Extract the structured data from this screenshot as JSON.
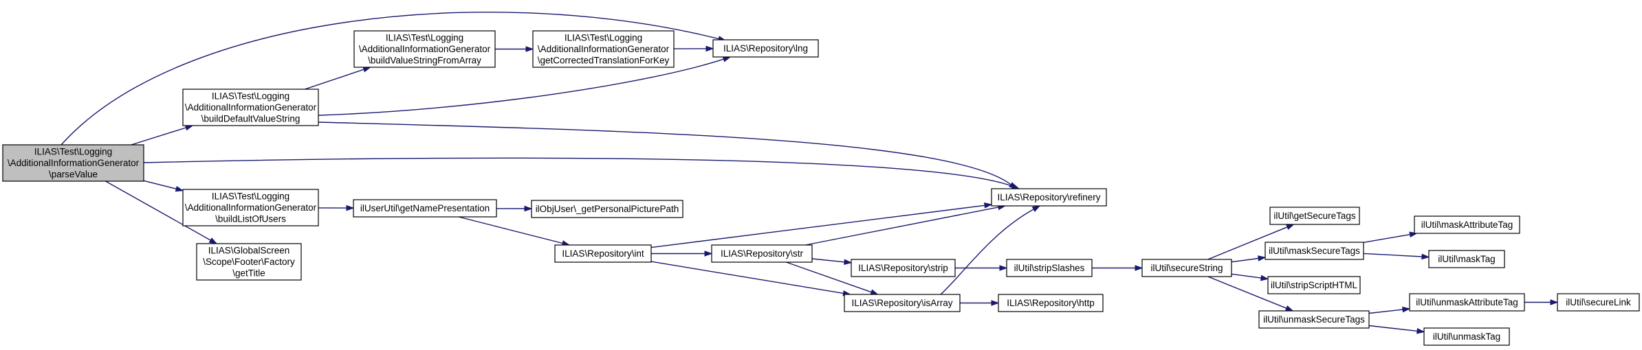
{
  "nodes": [
    {
      "id": "parseValue",
      "lines": [
        "ILIAS\\Test\\Logging",
        "\\AdditionalInformationGenerator",
        "\\parseValue"
      ],
      "root": true
    },
    {
      "id": "buildDefaultValueString",
      "lines": [
        "ILIAS\\Test\\Logging",
        "\\AdditionalInformationGenerator",
        "\\buildDefaultValueString"
      ]
    },
    {
      "id": "buildListOfUsers",
      "lines": [
        "ILIAS\\Test\\Logging",
        "\\AdditionalInformationGenerator",
        "\\buildListOfUsers"
      ]
    },
    {
      "id": "getTitle",
      "lines": [
        "ILIAS\\GlobalScreen",
        "\\Scope\\Footer\\Factory",
        "\\getTitle"
      ]
    },
    {
      "id": "buildValueStringFromArray",
      "lines": [
        "ILIAS\\Test\\Logging",
        "\\AdditionalInformationGenerator",
        "\\buildValueStringFromArray"
      ]
    },
    {
      "id": "getCorrectedTranslationForKey",
      "lines": [
        "ILIAS\\Test\\Logging",
        "\\AdditionalInformationGenerator",
        "\\getCorrectedTranslationForKey"
      ]
    },
    {
      "id": "lng",
      "lines": [
        "ILIAS\\Repository\\lng"
      ]
    },
    {
      "id": "refinery",
      "lines": [
        "ILIAS\\Repository\\refinery"
      ]
    },
    {
      "id": "getNamePresentation",
      "lines": [
        "ilUserUtil\\getNamePresentation"
      ]
    },
    {
      "id": "getPersonalPicturePath",
      "lines": [
        "ilObjUser\\_getPersonalPicturePath"
      ]
    },
    {
      "id": "int",
      "lines": [
        "ILIAS\\Repository\\int"
      ]
    },
    {
      "id": "str",
      "lines": [
        "ILIAS\\Repository\\str"
      ]
    },
    {
      "id": "strip",
      "lines": [
        "ILIAS\\Repository\\strip"
      ]
    },
    {
      "id": "isArray",
      "lines": [
        "ILIAS\\Repository\\isArray"
      ]
    },
    {
      "id": "http",
      "lines": [
        "ILIAS\\Repository\\http"
      ]
    },
    {
      "id": "stripSlashes",
      "lines": [
        "ilUtil\\stripSlashes"
      ]
    },
    {
      "id": "secureString",
      "lines": [
        "ilUtil\\secureString"
      ]
    },
    {
      "id": "getSecureTags",
      "lines": [
        "ilUtil\\getSecureTags"
      ]
    },
    {
      "id": "maskSecureTags",
      "lines": [
        "ilUtil\\maskSecureTags"
      ]
    },
    {
      "id": "stripScriptHTML",
      "lines": [
        "ilUtil\\stripScriptHTML"
      ]
    },
    {
      "id": "unmaskSecureTags",
      "lines": [
        "ilUtil\\unmaskSecureTags"
      ]
    },
    {
      "id": "maskAttributeTag",
      "lines": [
        "ilUtil\\maskAttributeTag"
      ]
    },
    {
      "id": "maskTag",
      "lines": [
        "ilUtil\\maskTag"
      ]
    },
    {
      "id": "unmaskAttributeTag",
      "lines": [
        "ilUtil\\unmaskAttributeTag"
      ]
    },
    {
      "id": "unmaskTag",
      "lines": [
        "ilUtil\\unmaskTag"
      ]
    },
    {
      "id": "secureLink",
      "lines": [
        "ilUtil\\secureLink"
      ]
    }
  ],
  "edges": [
    {
      "from": "parseValue",
      "to": "buildDefaultValueString"
    },
    {
      "from": "parseValue",
      "to": "lng"
    },
    {
      "from": "parseValue",
      "to": "refinery"
    },
    {
      "from": "parseValue",
      "to": "buildListOfUsers"
    },
    {
      "from": "parseValue",
      "to": "getTitle"
    },
    {
      "from": "buildDefaultValueString",
      "to": "buildValueStringFromArray"
    },
    {
      "from": "buildDefaultValueString",
      "to": "lng"
    },
    {
      "from": "buildDefaultValueString",
      "to": "refinery"
    },
    {
      "from": "buildValueStringFromArray",
      "to": "getCorrectedTranslationForKey"
    },
    {
      "from": "getCorrectedTranslationForKey",
      "to": "lng"
    },
    {
      "from": "buildListOfUsers",
      "to": "getNamePresentation"
    },
    {
      "from": "getNamePresentation",
      "to": "getPersonalPicturePath"
    },
    {
      "from": "getNamePresentation",
      "to": "int"
    },
    {
      "from": "int",
      "to": "refinery"
    },
    {
      "from": "int",
      "to": "str"
    },
    {
      "from": "int",
      "to": "isArray"
    },
    {
      "from": "str",
      "to": "refinery"
    },
    {
      "from": "str",
      "to": "strip"
    },
    {
      "from": "str",
      "to": "isArray"
    },
    {
      "from": "strip",
      "to": "stripSlashes"
    },
    {
      "from": "isArray",
      "to": "refinery"
    },
    {
      "from": "isArray",
      "to": "http"
    },
    {
      "from": "stripSlashes",
      "to": "secureString"
    },
    {
      "from": "secureString",
      "to": "getSecureTags"
    },
    {
      "from": "secureString",
      "to": "maskSecureTags"
    },
    {
      "from": "secureString",
      "to": "stripScriptHTML"
    },
    {
      "from": "secureString",
      "to": "unmaskSecureTags"
    },
    {
      "from": "maskSecureTags",
      "to": "maskAttributeTag"
    },
    {
      "from": "maskSecureTags",
      "to": "maskTag"
    },
    {
      "from": "unmaskSecureTags",
      "to": "unmaskAttributeTag"
    },
    {
      "from": "unmaskSecureTags",
      "to": "unmaskTag"
    },
    {
      "from": "unmaskAttributeTag",
      "to": "secureLink"
    }
  ]
}
